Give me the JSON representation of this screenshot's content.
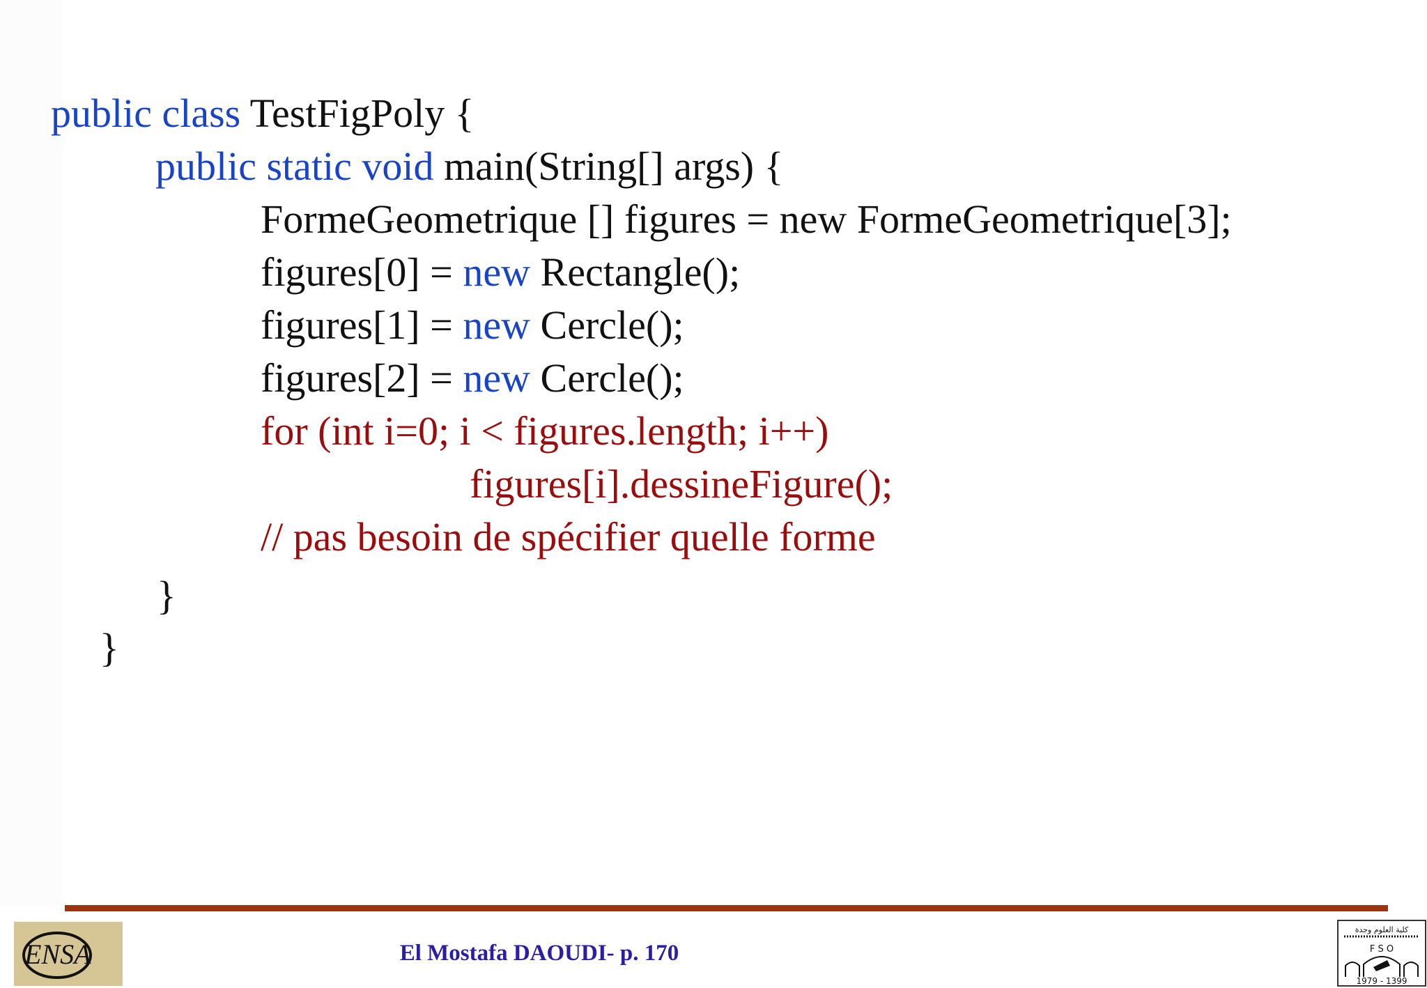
{
  "code": {
    "l1_kw": "public class",
    "l1_rest": " TestFigPoly {",
    "l2_kw": "public static void",
    "l2_rest": " main(String[] args) {",
    "l3": "FormeGeometrique [] figures = new FormeGeometrique[3];",
    "l4_a": "figures[0] = ",
    "l4_kw": "new",
    "l4_b": " Rectangle();",
    "l5_a": "figures[1] = ",
    "l5_kw": "new",
    "l5_b": " Cercle();",
    "l6_a": "figures[2] = ",
    "l6_kw": "new",
    "l6_b": " Cercle();",
    "l7": "for (int i=0; i < figures.length; i++)",
    "l8": "figures[i].dessineFigure();",
    "l9": "// pas besoin de spécifier quelle forme",
    "l10": "}",
    "l11": "}"
  },
  "footer": {
    "text": "El Mostafa DAOUDI- p. 170"
  },
  "logos": {
    "left_text": "ENSA",
    "right_arabic": "كلية العلوم وجدة",
    "right_letters": "F S O",
    "right_years": "1979 - 1399"
  },
  "colors": {
    "keyword": "#1a44c8",
    "loop": "#9c0c0c",
    "rule": "#9b3410",
    "footer": "#2a1fa3"
  }
}
